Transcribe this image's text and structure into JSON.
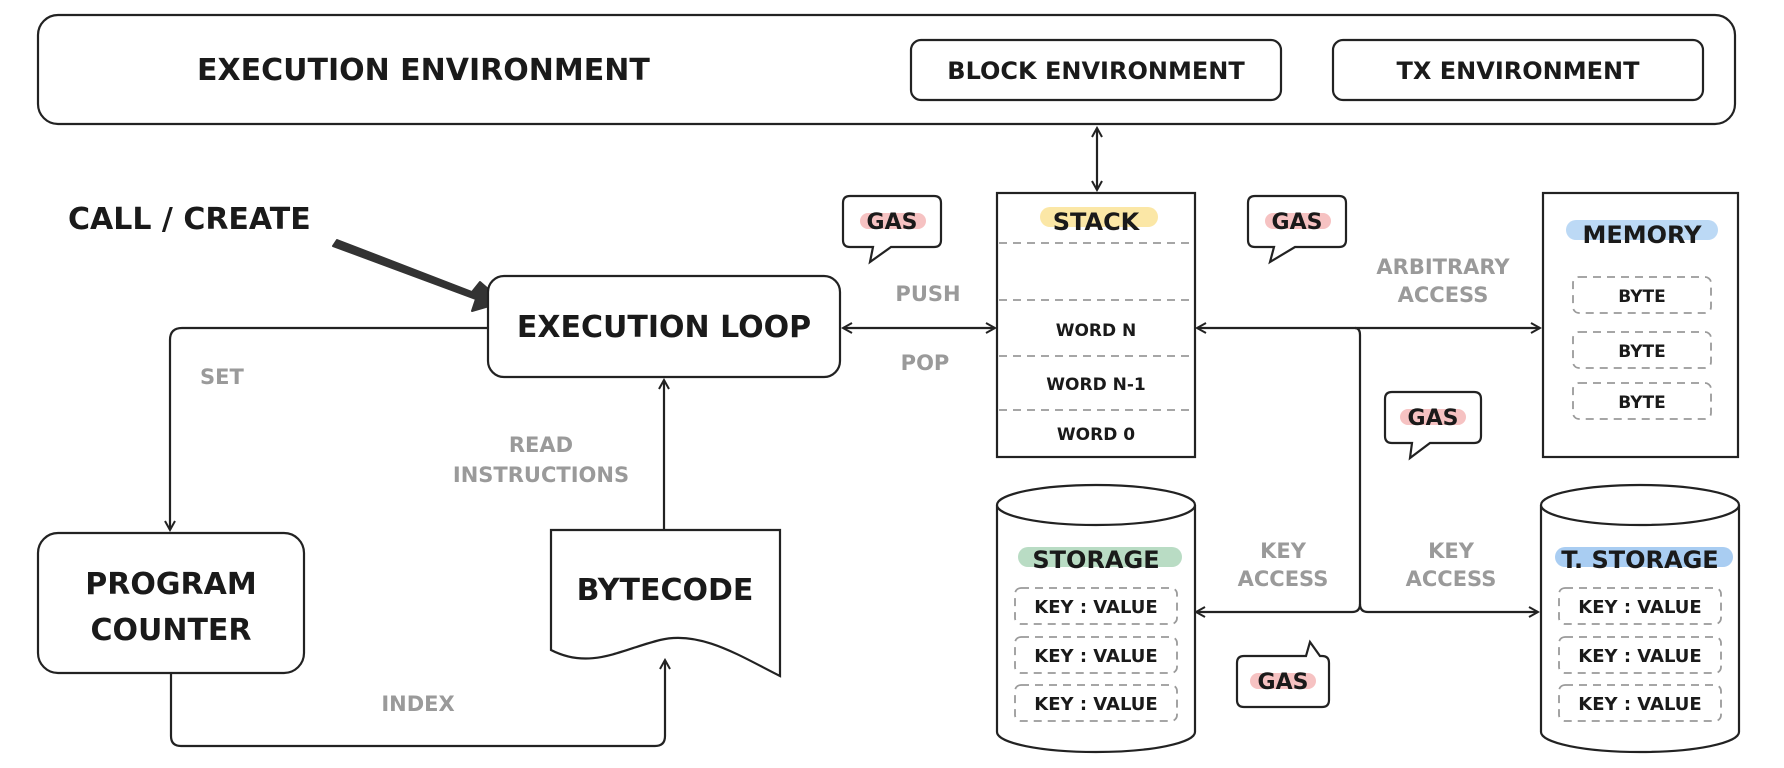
{
  "environment": {
    "title": "EXECUTION ENVIRONMENT",
    "block": "BLOCK ENVIRONMENT",
    "tx": "TX ENVIRONMENT"
  },
  "call_create": "CALL / CREATE",
  "execution_loop": "EXECUTION LOOP",
  "program_counter": [
    "PROGRAM",
    "COUNTER"
  ],
  "bytecode": "BYTECODE",
  "edge_labels": {
    "set": "SET",
    "read_instructions": [
      "READ",
      "INSTRUCTIONS"
    ],
    "index": "INDEX",
    "push": "PUSH",
    "pop": "POP",
    "arbitrary_access": [
      "ARBITRARY",
      "ACCESS"
    ],
    "key_access_storage": [
      "KEY",
      "ACCESS"
    ],
    "key_access_tstorage": [
      "KEY",
      "ACCESS"
    ]
  },
  "stack": {
    "title": "STACK",
    "words": [
      "WORD N",
      "WORD N-1",
      "WORD 0"
    ]
  },
  "memory": {
    "title": "MEMORY",
    "bytes": [
      "BYTE",
      "BYTE",
      "BYTE"
    ]
  },
  "storage": {
    "title": "STORAGE",
    "entries": [
      "KEY : VALUE",
      "KEY : VALUE",
      "KEY : VALUE"
    ]
  },
  "t_storage": {
    "title": "T. STORAGE",
    "entries": [
      "KEY : VALUE",
      "KEY : VALUE",
      "KEY : VALUE"
    ]
  },
  "gas_label": "GAS",
  "colors": {
    "stack_highlight": "#fbe7a6",
    "memory_highlight": "#bcd9f5",
    "storage_highlight": "#b9dcc4",
    "t_storage_highlight": "#a9cdf2",
    "gas_highlight": "#f6c2c2",
    "muted_text": "#9a9a9a",
    "ink": "#222222"
  }
}
